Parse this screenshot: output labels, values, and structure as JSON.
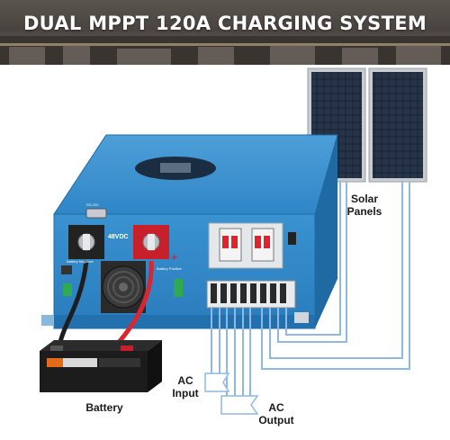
{
  "banner": {
    "title": "DUAL MPPT 120A CHARGING SYSTEM"
  },
  "labels": {
    "solar_panels": "Solar\nPanels",
    "ac_input": "AC\nInput",
    "ac_output": "AC\nOutput",
    "battery": "Battery"
  },
  "inverter": {
    "voltage": "48VDC",
    "port": "RS-232",
    "battery_negative": "Battery Negative",
    "battery_positive": "Battery Positive"
  },
  "colors": {
    "inverter_blue": "#2f86c6",
    "panel_cell": "#1b2533",
    "wire": "#8fb9e2",
    "battery_case": "#1c1c1c"
  },
  "icons": [
    "solar-panel-icon",
    "fan-icon",
    "breaker-icon",
    "terminal-block-icon",
    "battery-icon"
  ]
}
